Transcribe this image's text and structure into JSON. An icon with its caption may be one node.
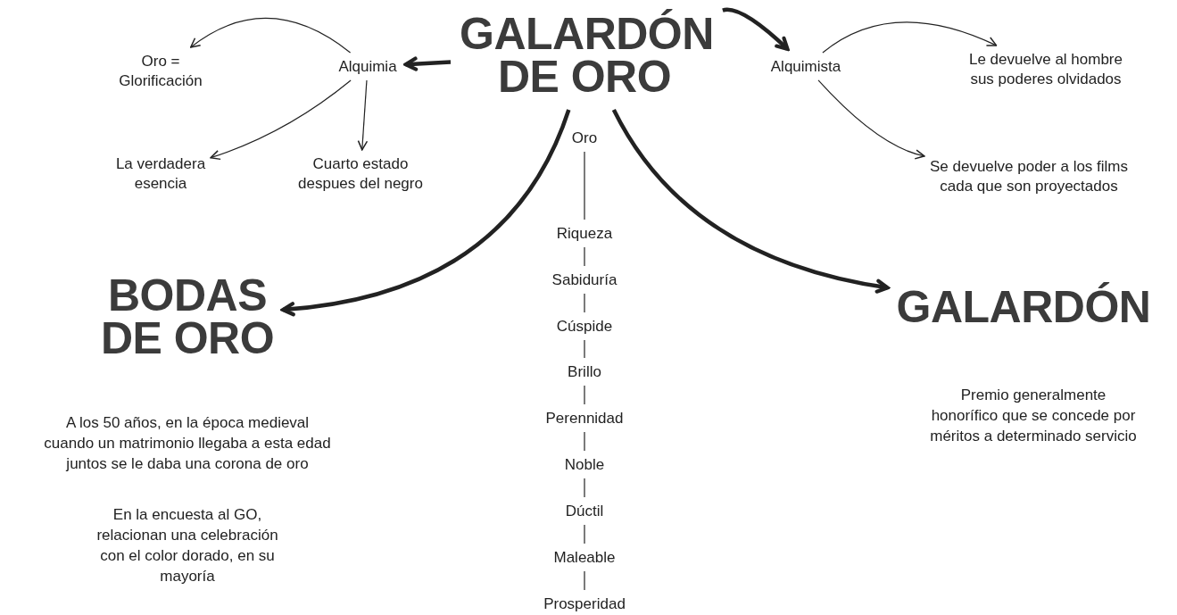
{
  "diagram": {
    "nodes": [
      {
        "text": [
          "GALARDÓN DE ORO"
        ]
      },
      {
        "text": [
          "Alquimia"
        ]
      },
      {
        "text": [
          "Oro = Glorificación"
        ]
      },
      {
        "text": [
          "La verdadera esencia"
        ]
      },
      {
        "text": [
          "Cuarto estado despues del negro"
        ]
      },
      {
        "text": [
          "Alquimista"
        ]
      },
      {
        "text": [
          "Le devuelve al hombre sus poderes olvidados"
        ]
      },
      {
        "text": [
          "Se devuelve poder a los films cada que son proyectados"
        ]
      },
      {
        "text": [
          "BODAS DE ORO"
        ]
      },
      {
        "text": [
          "GALARDÓN"
        ]
      },
      {
        "text": [
          "Oro"
        ]
      },
      {
        "text": [
          "Riqueza"
        ]
      },
      {
        "text": [
          "Sabiduría"
        ]
      },
      {
        "text": [
          "Cúspide"
        ]
      },
      {
        "text": [
          "Brillo"
        ]
      },
      {
        "text": [
          "Perennidad"
        ]
      },
      {
        "text": [
          "Noble"
        ]
      },
      {
        "text": [
          "Dúctil"
        ]
      },
      {
        "text": [
          "Maleable"
        ]
      },
      {
        "text": [
          "Prosperidad"
        ]
      }
    ],
    "edges": [
      {
        "from": 0,
        "to": 1,
        "arrow": "to",
        "style": "thick"
      },
      {
        "from": 1,
        "to": 2,
        "arrow": "to"
      },
      {
        "from": 1,
        "to": 3,
        "arrow": "to"
      },
      {
        "from": 1,
        "to": 4,
        "arrow": "to"
      },
      {
        "from": 0,
        "to": 5,
        "arrow": "to",
        "style": "thick"
      },
      {
        "from": 5,
        "to": 6,
        "arrow": "to"
      },
      {
        "from": 5,
        "to": 7,
        "arrow": "to"
      },
      {
        "from": 0,
        "to": 8,
        "arrow": "to",
        "style": "thick"
      },
      {
        "from": 0,
        "to": 9,
        "arrow": "to",
        "style": "thick"
      },
      {
        "from": 10,
        "to": 11,
        "arrow": "none"
      },
      {
        "from": 11,
        "to": 12,
        "arrow": "none"
      },
      {
        "from": 12,
        "to": 13,
        "arrow": "none"
      },
      {
        "from": 13,
        "to": 14,
        "arrow": "none"
      },
      {
        "from": 14,
        "to": 15,
        "arrow": "none"
      },
      {
        "from": 15,
        "to": 16,
        "arrow": "none"
      },
      {
        "from": 16,
        "to": 17,
        "arrow": "none"
      },
      {
        "from": 17,
        "to": 18,
        "arrow": "none"
      },
      {
        "from": 18,
        "to": 19,
        "arrow": "none"
      }
    ],
    "labels": [
      "A los 50 años, en la época medieval cuando un matrimonio llegaba a esta edad juntos se le daba una corona de oro",
      "En la encuesta al GO, relacionan una celebración con el color dorado, en su mayoría",
      "Premio generalmente honorífico que se concede por méritos a determinado servicio"
    ]
  }
}
